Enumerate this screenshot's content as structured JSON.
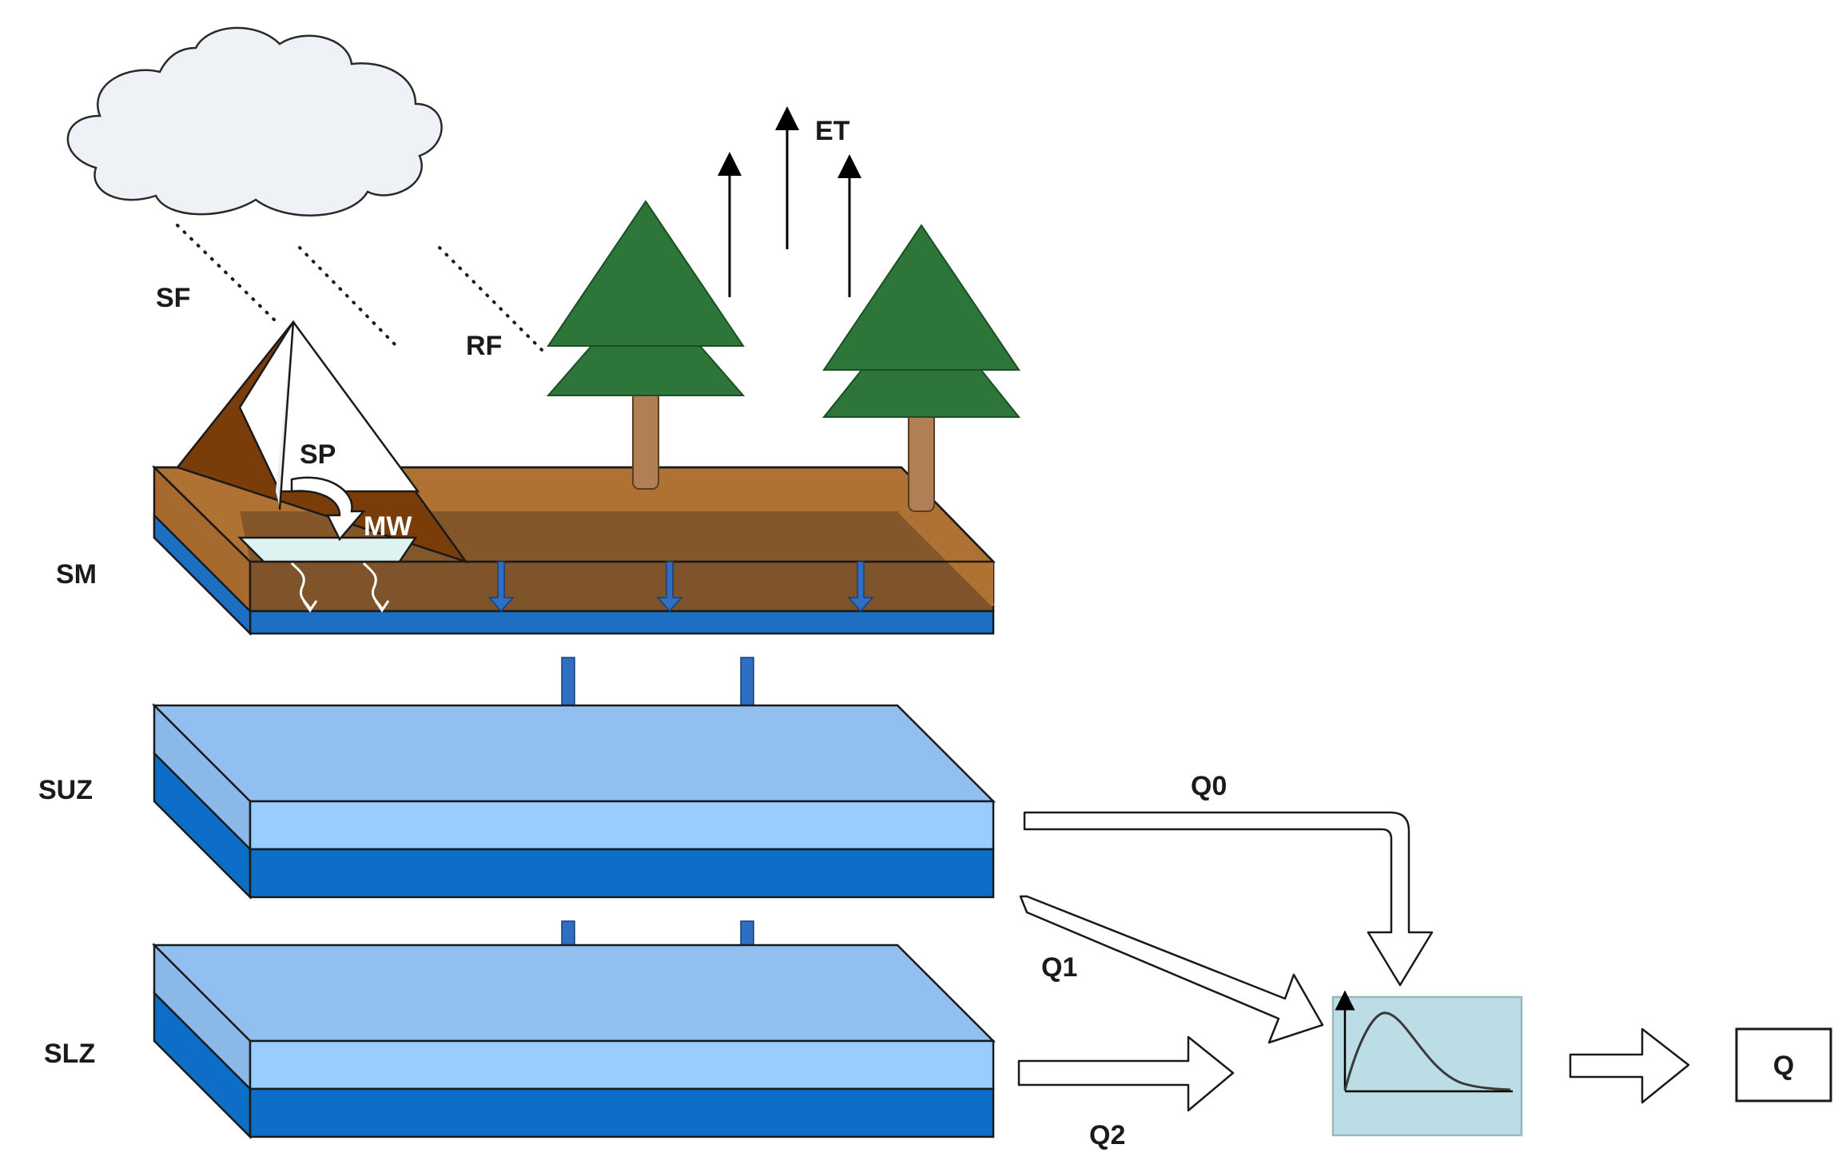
{
  "labels": {
    "sf": "SF",
    "rf": "RF",
    "et": "ET",
    "sp": "SP",
    "mw": "MW",
    "sm": "SM",
    "suz": "SUZ",
    "slz": "SLZ",
    "q0": "Q0",
    "q1": "Q1",
    "q2": "Q2",
    "q": "Q"
  },
  "colors": {
    "cloud": "#eef2f7",
    "tree_green": "#2e7539",
    "trunk": "#b07f55",
    "soil_top": "#b07232",
    "soil_front": "#80542a",
    "snow_dark": "#7a3c08",
    "water_blue": "#1c6fc2",
    "layer_top": "#90bff0",
    "layer_light": "#99ccff",
    "layer_dark": "#0c6ec6",
    "arrow_blue": "#2f6fc2",
    "hydrograph_bg": "#bddde6"
  }
}
